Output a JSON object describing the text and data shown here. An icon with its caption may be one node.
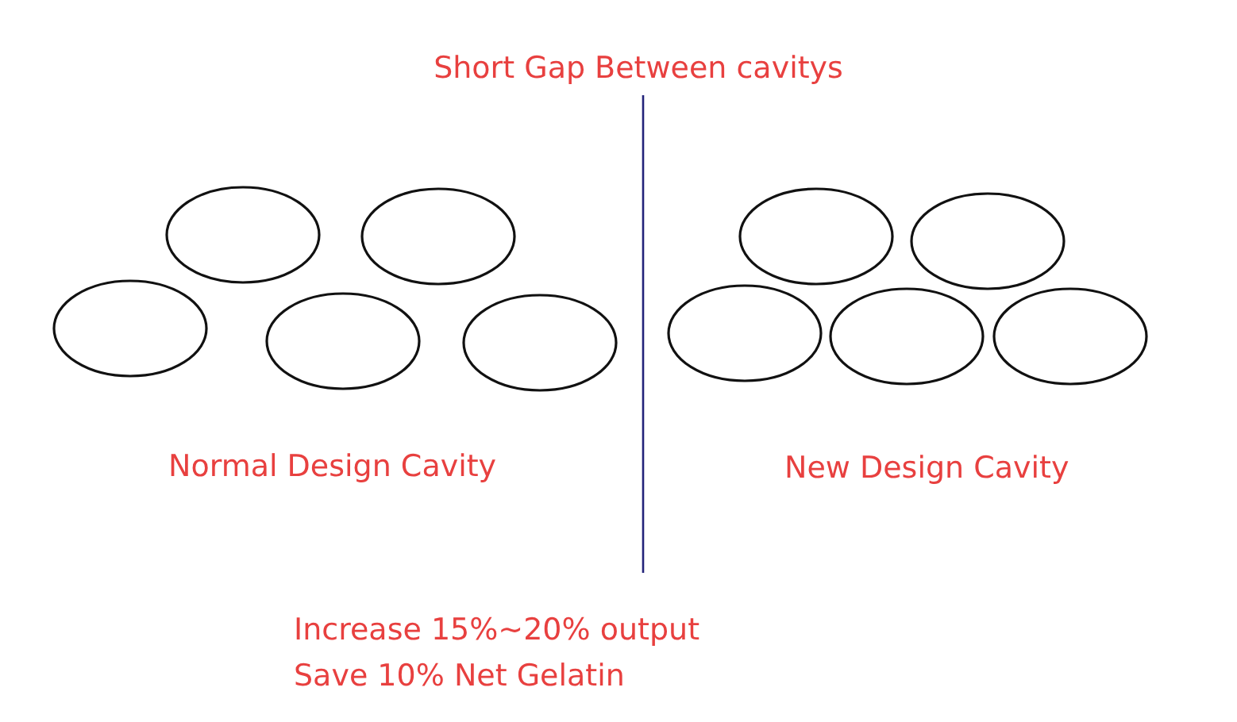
{
  "diagram": {
    "title": "Short Gap Between cavitys",
    "nodes": [
      {
        "text": [],
        "shape": "ellipse"
      },
      {
        "text": [],
        "shape": "ellipse"
      },
      {
        "text": [],
        "shape": "ellipse"
      },
      {
        "text": [],
        "shape": "ellipse"
      },
      {
        "text": [],
        "shape": "ellipse"
      },
      {
        "text": [],
        "shape": "ellipse"
      },
      {
        "text": [],
        "shape": "ellipse"
      },
      {
        "text": [],
        "shape": "ellipse"
      },
      {
        "text": [],
        "shape": "ellipse"
      },
      {
        "text": [],
        "shape": "ellipse"
      }
    ],
    "labels": [
      "Normal Design Cavity",
      "New Design Cavity",
      "Increase 15%~20% output",
      "Save 10% Net Gelatin"
    ]
  }
}
